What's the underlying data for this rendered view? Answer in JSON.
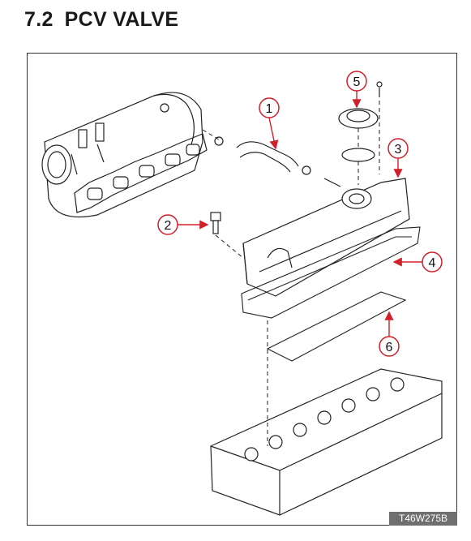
{
  "section": {
    "number": "7.2",
    "title": "PCV VALVE"
  },
  "figure": {
    "code": "T46W275B",
    "callouts": [
      "1",
      "2",
      "3",
      "4",
      "5",
      "6"
    ],
    "colors": {
      "callout_stroke": "#d0202a",
      "arrow": "#d0202a",
      "line": "#222222",
      "code_bg": "#6f6f6f"
    }
  }
}
